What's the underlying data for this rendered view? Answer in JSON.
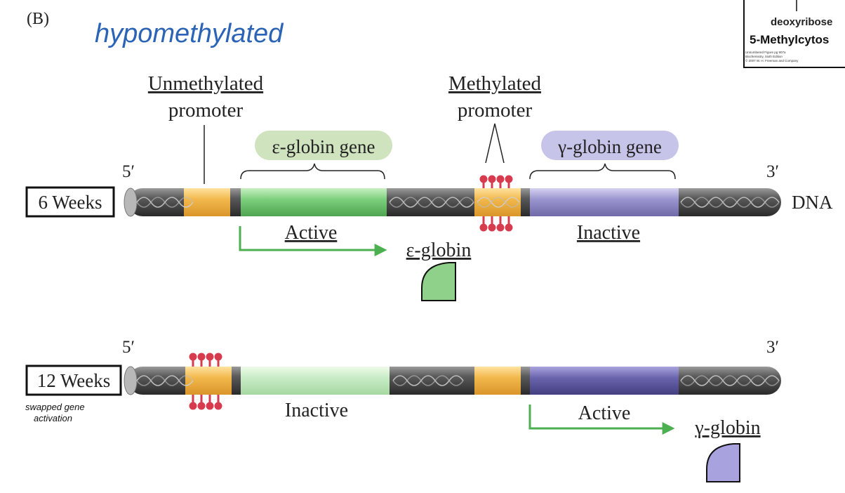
{
  "panel_label": "(B)",
  "handwritten_title": "hypomethylated",
  "inset": {
    "line1": "deoxyribose",
    "line2": "5-Methylcytos",
    "caption_lines": [
      "Unnumbered Figure pg 907a",
      "Biochemistry, Sixth Edition",
      "© 2007 W. H. Freeman and Company"
    ]
  },
  "row1": {
    "time_label": "6 Weeks",
    "end5": "5′",
    "end3": "3′",
    "dna_label": "DNA",
    "unmethylated_promoter": [
      "Unmethylated",
      "promoter"
    ],
    "methylated_promoter": [
      "Methylated",
      "promoter"
    ],
    "epsilon_gene": "ε-globin gene",
    "gamma_gene": "γ-globin gene",
    "epsilon_state": "Active",
    "gamma_state": "Inactive",
    "product": "ε-globin"
  },
  "row2": {
    "time_label": "12 Weeks",
    "end5": "5′",
    "end3": "3′",
    "epsilon_state": "Inactive",
    "gamma_state": "Active",
    "product": "γ-globin",
    "handwritten_note": [
      "swapped gene",
      "activation"
    ]
  },
  "colors": {
    "dna_dark": "#4a4a4a",
    "promoter": "#f2b84b",
    "epsilon_active": "#7ccf7c",
    "epsilon_inactive": "#c8ecc6",
    "gamma_inactive": "#9a95cf",
    "gamma_active": "#6a64ad",
    "arrow": "#4caf50",
    "methyl": "#d63b4e",
    "title_blue": "#2b63b6",
    "protein_green": "#8fd08a",
    "protein_purple": "#a8a2de"
  }
}
